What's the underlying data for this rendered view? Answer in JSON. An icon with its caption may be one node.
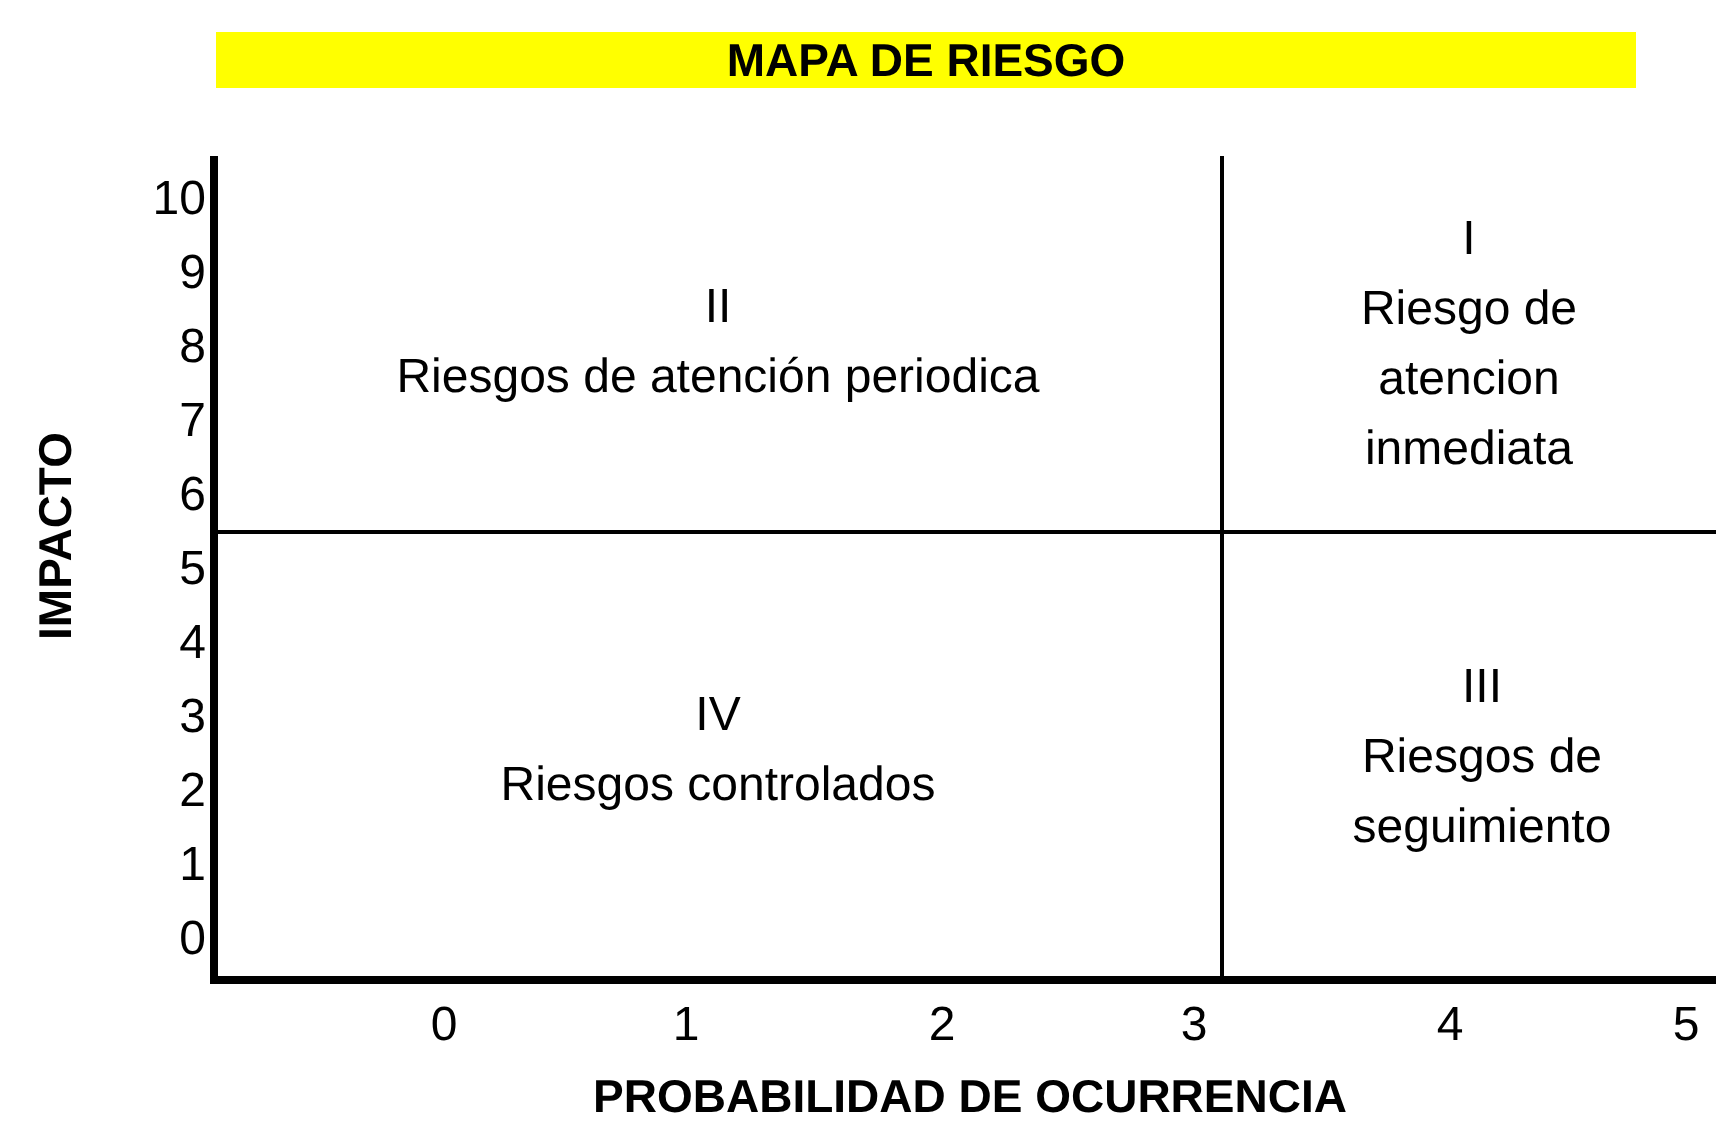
{
  "diagram": {
    "title": "MAPA DE RIESGO",
    "nodes": [
      {
        "text": [
          "II",
          "Riesgos de atención periodica"
        ]
      },
      {
        "text": [
          "I",
          "Riesgo de atencion inmediata"
        ]
      },
      {
        "text": [
          "IV",
          "Riesgos controlados"
        ]
      },
      {
        "text": [
          "III",
          "Riesgos de seguimiento"
        ]
      }
    ],
    "labels": [
      "IMPACTO",
      "10",
      "9",
      "8",
      "7",
      "6",
      "5",
      "4",
      "3",
      "2",
      "1",
      "0",
      "0",
      "1",
      "2",
      "3",
      "4",
      "5",
      "PROBABILIDAD DE OCURRENCIA"
    ]
  }
}
